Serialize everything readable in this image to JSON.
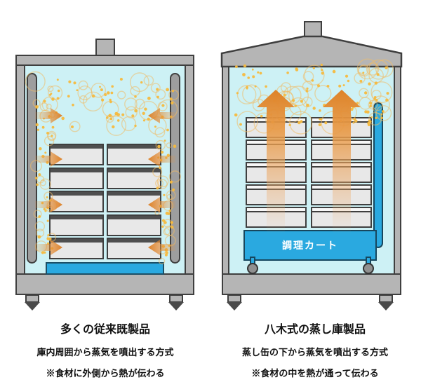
{
  "left_panel": {
    "caption_title": "多くの従来既製品",
    "caption_line1": "庫内周囲から蒸気を噴出する方式",
    "caption_line2": "※食材に外側から熱が伝わる"
  },
  "right_panel": {
    "caption_title": "八木式の蒸し庫製品",
    "caption_line1": "蒸し缶の下から蒸気を噴出する方式",
    "caption_line2": "※食材の中を熱が通って伝わる",
    "cart_label": "調理カート"
  },
  "colors": {
    "cabinet_gray": "#b5b5b5",
    "interior_cyan": "#cdf1f5",
    "accent_blue": "#2aa9e0",
    "steam_cloud_orange": "#f0bc66",
    "steam_dot_yellow": "#f5b93e",
    "arrow_orange": "#e8923b",
    "outline_dark": "#3f3f3f"
  }
}
